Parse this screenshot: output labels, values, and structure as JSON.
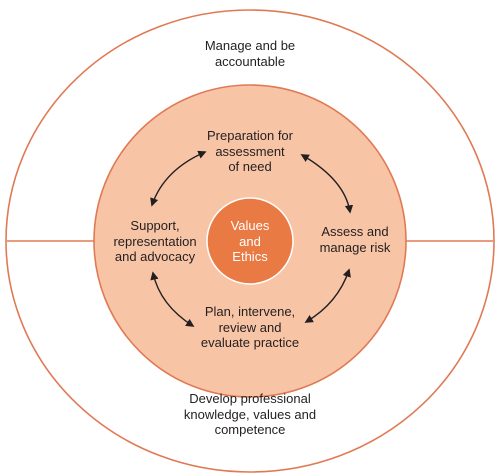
{
  "diagram": {
    "outer_top": "Manage and be\naccountable",
    "outer_bottom": "Develop professional\nknowledge, values and\ncompetence",
    "top_node": "Preparation for\nassessment\nof need",
    "right_node": "Assess and\nmanage risk",
    "bottom_node": "Plan, intervene,\nreview and\nevaluate practice",
    "left_node": "Support,\nrepresentation\nand advocacy",
    "center": "Values\nand\nEthics"
  },
  "colors": {
    "outer_stroke": "#e07a55",
    "inner_fill": "#f8c4a6",
    "inner_band_fill": "#fbd8c2",
    "center_fill": "#ea7a44",
    "arrow": "#231f20",
    "text": "#231f20"
  }
}
